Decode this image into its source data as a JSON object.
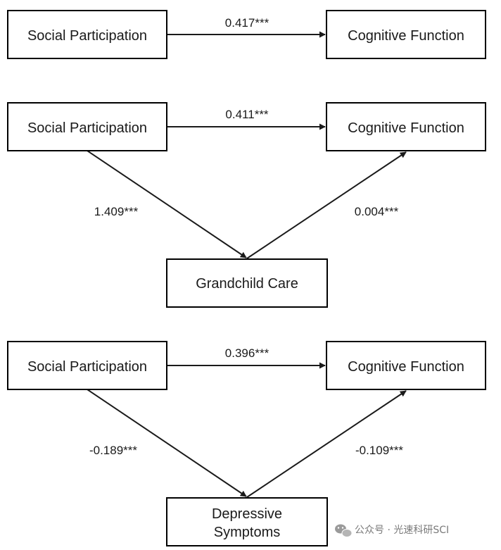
{
  "colors": {
    "line": "#1a1a1a",
    "box_border": "#000000",
    "text": "#1a1a1a",
    "watermark": "#7a7a7a"
  },
  "panels": [
    {
      "nodes": {
        "social": "Social Participation",
        "cognitive": "Cognitive Function"
      },
      "direct_effect": "0.417***"
    },
    {
      "nodes": {
        "social": "Social Participation",
        "cognitive": "Cognitive Function",
        "mediator": [
          "Grandchild Care"
        ]
      },
      "direct_effect": "0.411***",
      "path_a": "1.409***",
      "path_b": "0.004***"
    },
    {
      "nodes": {
        "social": "Social Participation",
        "cognitive": "Cognitive Function",
        "mediator": [
          "Depressive",
          "Symptoms"
        ]
      },
      "direct_effect": "0.396***",
      "path_a": "-0.189***",
      "path_b": "-0.109***"
    }
  ],
  "watermark": {
    "icon": "wechat-icon",
    "text": "公众号 · 光速科研SCI"
  }
}
